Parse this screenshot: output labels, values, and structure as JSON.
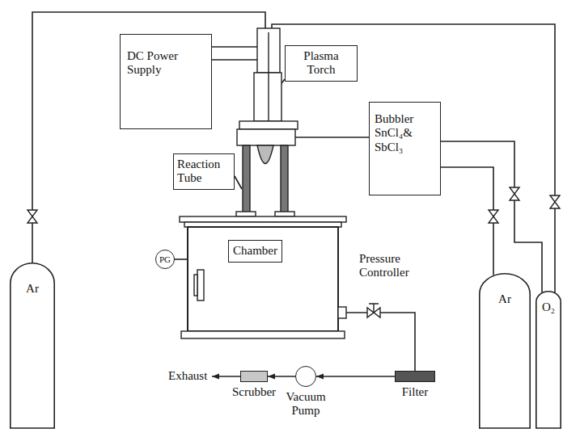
{
  "diagram": {
    "nodes": [
      {
        "text": [
          "DC Power Supply"
        ]
      },
      {
        "text": [
          "Plasma Torch"
        ]
      },
      {
        "text": [
          "Reaction Tube"
        ]
      },
      {
        "text": [
          "Bubbler SnCl₄& SbCl₃"
        ]
      },
      {
        "text": [
          "PG"
        ]
      },
      {
        "text": [
          "Chamber"
        ]
      },
      {
        "text": [
          "Ar"
        ]
      },
      {
        "text": [
          "Ar"
        ]
      },
      {
        "text": [
          "O₂"
        ]
      },
      {
        "text": [
          "Filter"
        ]
      },
      {
        "text": [
          "Vacuum Pump"
        ]
      },
      {
        "text": [
          "Scrubber"
        ]
      }
    ],
    "edges": [
      {
        "from": 7,
        "to": 3,
        "arrow": "none"
      },
      {
        "from": 8,
        "to": 3,
        "arrow": "none"
      },
      {
        "from": 9,
        "to": 10,
        "arrow": "to"
      },
      {
        "from": 10,
        "to": 11,
        "arrow": "to"
      }
    ],
    "labels": [
      "Pressure Controller",
      "Exhaust"
    ]
  }
}
